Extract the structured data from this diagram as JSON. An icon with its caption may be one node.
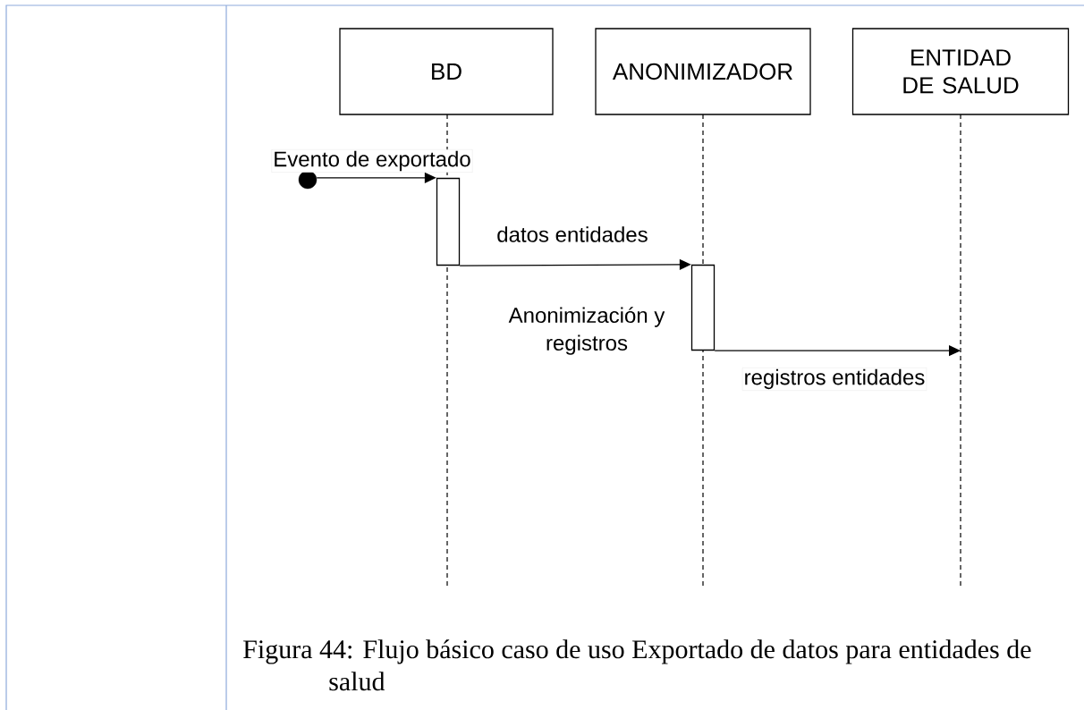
{
  "diagram": {
    "caption": "Figura 44: Flujo básico caso de uso Exportado de datos para entidades de salud",
    "nodes": [
      {
        "text": [
          "BD"
        ]
      },
      {
        "text": [
          "ANONIMIZADOR"
        ]
      },
      {
        "text": [
          "ENTIDAD DE SALUD"
        ]
      },
      {
        "text": [],
        "shape": "bar",
        "in": 0
      },
      {
        "text": [],
        "shape": "bar",
        "in": 1
      },
      {
        "text": [],
        "shape": "circle"
      }
    ],
    "edges": [
      {
        "from": 5,
        "to": 3,
        "arrow": "to",
        "label": "Evento de exportado"
      },
      {
        "from": 3,
        "to": 4,
        "arrow": "to",
        "label": "datos entidades"
      },
      {
        "from": 4,
        "to": 2,
        "arrow": "to",
        "label": "registros entidades"
      }
    ],
    "labels": [
      "Anonimización y registros"
    ]
  }
}
